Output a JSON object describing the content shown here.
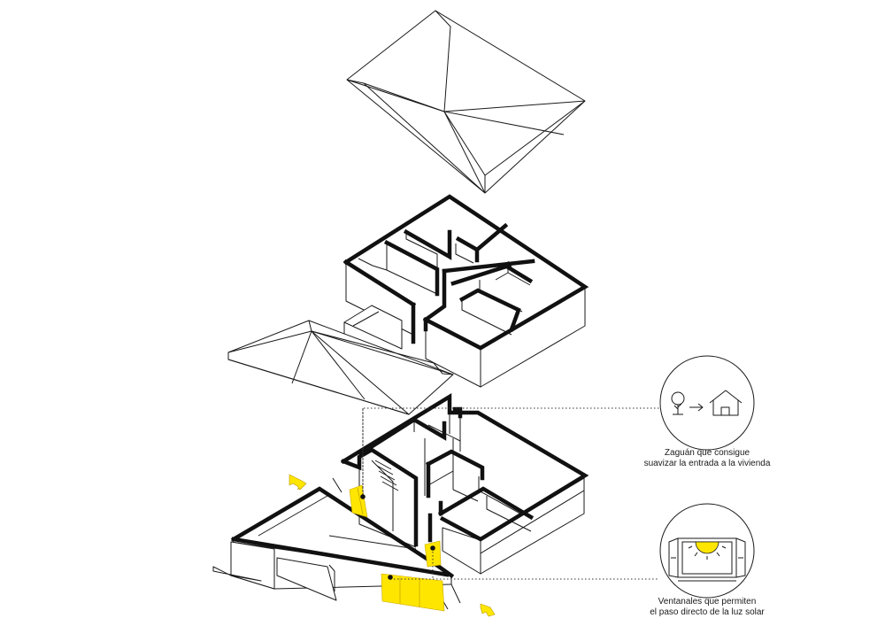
{
  "colors": {
    "line": "#1a1a1a",
    "highlight": "#ffe600"
  },
  "callouts": [
    {
      "icon": "tree-arrow-house-icon",
      "line1": "Zaguán que consigue",
      "line2": "suavizar la entrada a la vivienda"
    },
    {
      "icon": "window-sun-icon",
      "line1": "Ventanales que permiten",
      "line2": "el paso directo de la luz solar"
    }
  ],
  "arrows": [
    "entry-arrow-upper",
    "entry-arrow-lower"
  ]
}
